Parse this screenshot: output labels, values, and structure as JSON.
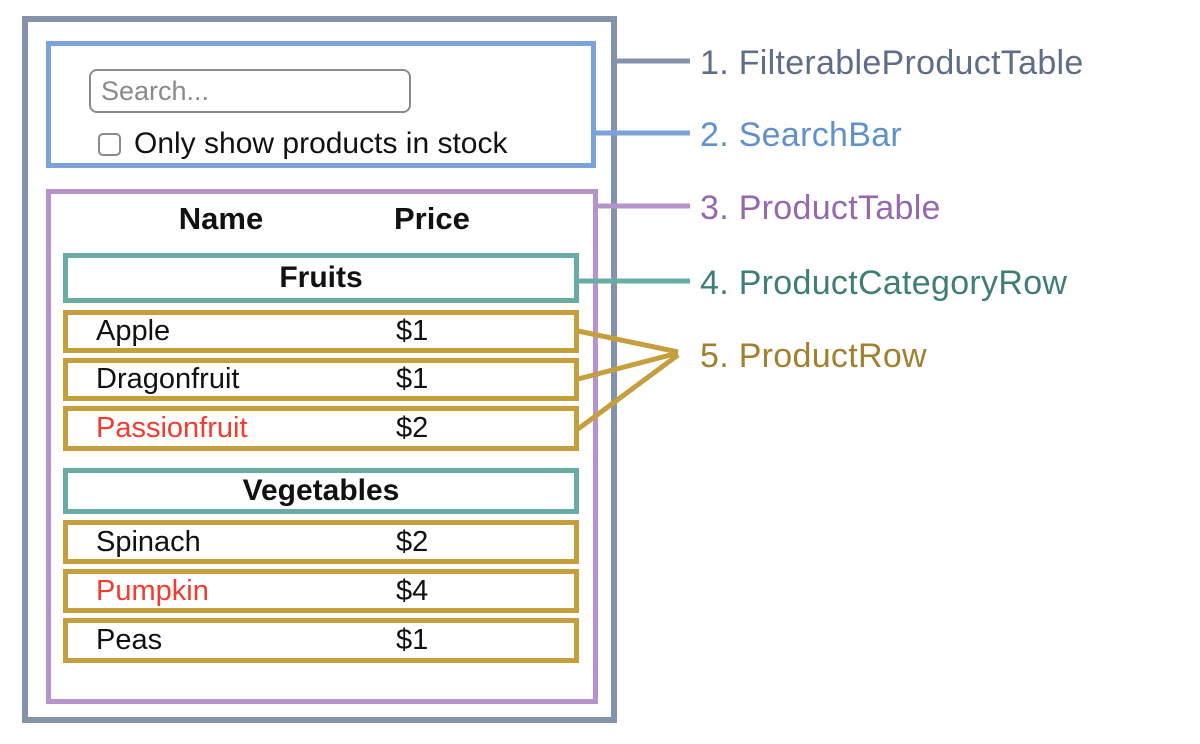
{
  "colors": {
    "outline": "#8593aa",
    "search_bar": "#7ba3da",
    "product_table": "#b793cd",
    "category_row": "#69aca4",
    "product_row": "#c59e3d",
    "out_of_stock_text": "#f43b2e"
  },
  "app": {
    "search": {
      "placeholder": "Search...",
      "checkbox_label": "Only show products in stock",
      "checkbox_checked": false
    },
    "table": {
      "headers": [
        "Name",
        "Price"
      ],
      "sections": [
        {
          "category": "Fruits",
          "rows": [
            {
              "name": "Apple",
              "price": "$1",
              "in_stock": true
            },
            {
              "name": "Dragonfruit",
              "price": "$1",
              "in_stock": true
            },
            {
              "name": "Passionfruit",
              "price": "$2",
              "in_stock": false
            }
          ]
        },
        {
          "category": "Vegetables",
          "rows": [
            {
              "name": "Spinach",
              "price": "$2",
              "in_stock": true
            },
            {
              "name": "Pumpkin",
              "price": "$4",
              "in_stock": false
            },
            {
              "name": "Peas",
              "price": "$1",
              "in_stock": true
            }
          ]
        }
      ]
    }
  },
  "annotations": {
    "items": [
      {
        "label": "1. FilterableProductTable",
        "color": "#5e6d89"
      },
      {
        "label": "2. SearchBar",
        "color": "#6190ca"
      },
      {
        "label": "3. ProductTable",
        "color": "#9569ae"
      },
      {
        "label": "4. ProductCategoryRow",
        "color": "#3f7e76"
      },
      {
        "label": "5. ProductRow",
        "color": "#a1802f"
      }
    ]
  }
}
